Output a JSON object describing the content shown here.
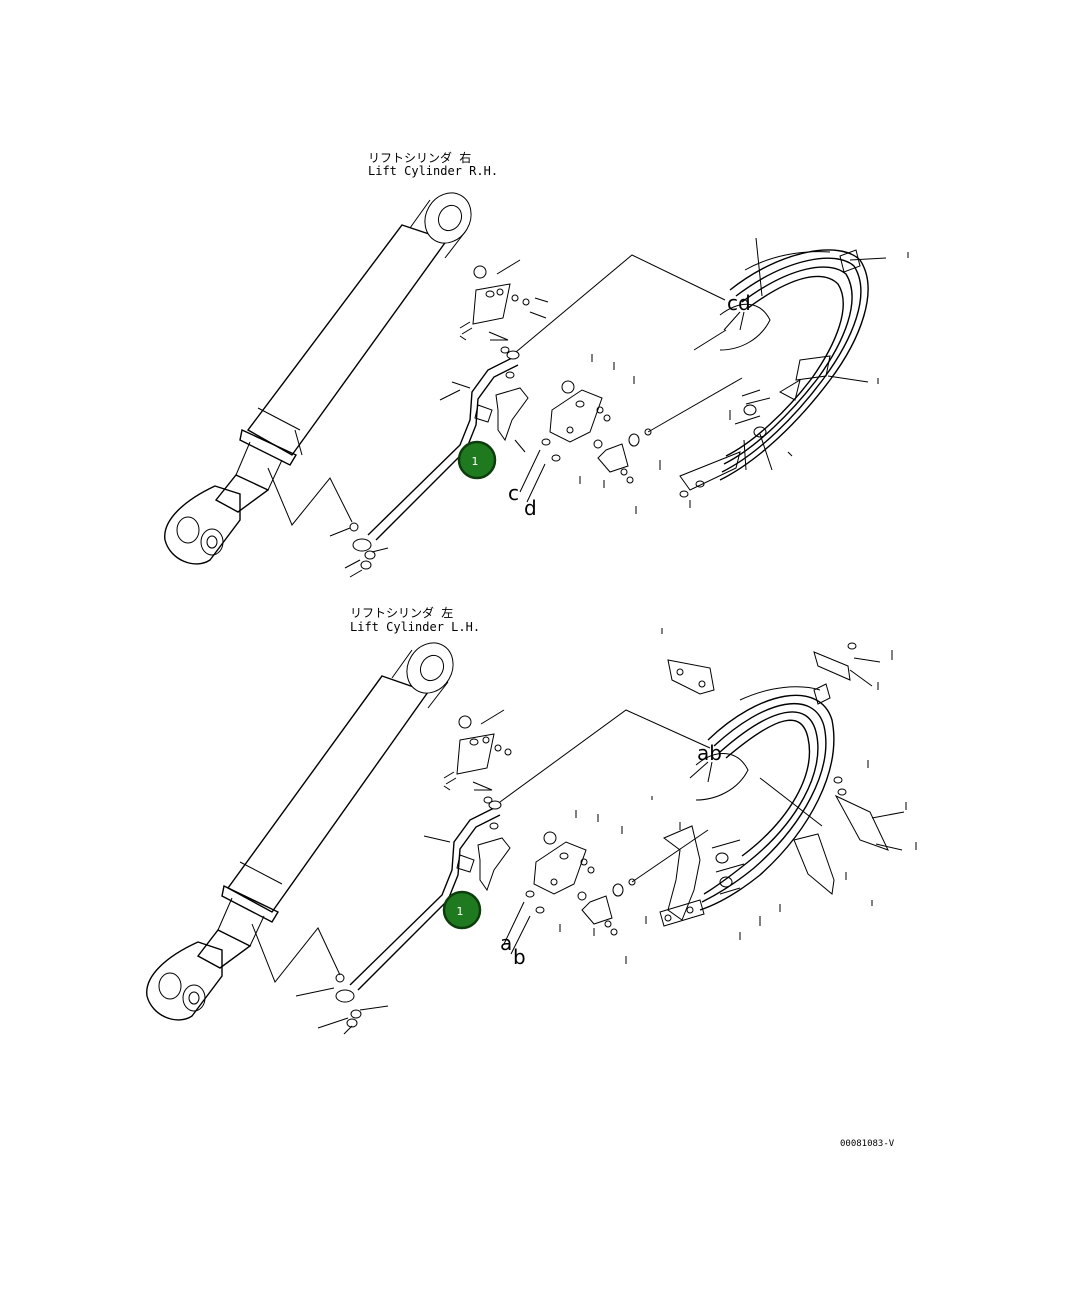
{
  "diagram": {
    "rh": {
      "title_jp": "リフトシリンダ 右",
      "title_en": "Lift Cylinder R.H.",
      "letters_top": "cd",
      "letter_c": "c",
      "letter_d": "d",
      "callout": "1"
    },
    "lh": {
      "title_jp": "リフトシリンダ 左",
      "title_en": "Lift Cylinder L.H.",
      "letters_top": "ab",
      "letter_a": "a",
      "letter_b": "b",
      "callout": "1"
    },
    "drawing_code": "00081083-V",
    "colors": {
      "callout_fill": "#1f7a1f",
      "line": "#000000"
    }
  }
}
